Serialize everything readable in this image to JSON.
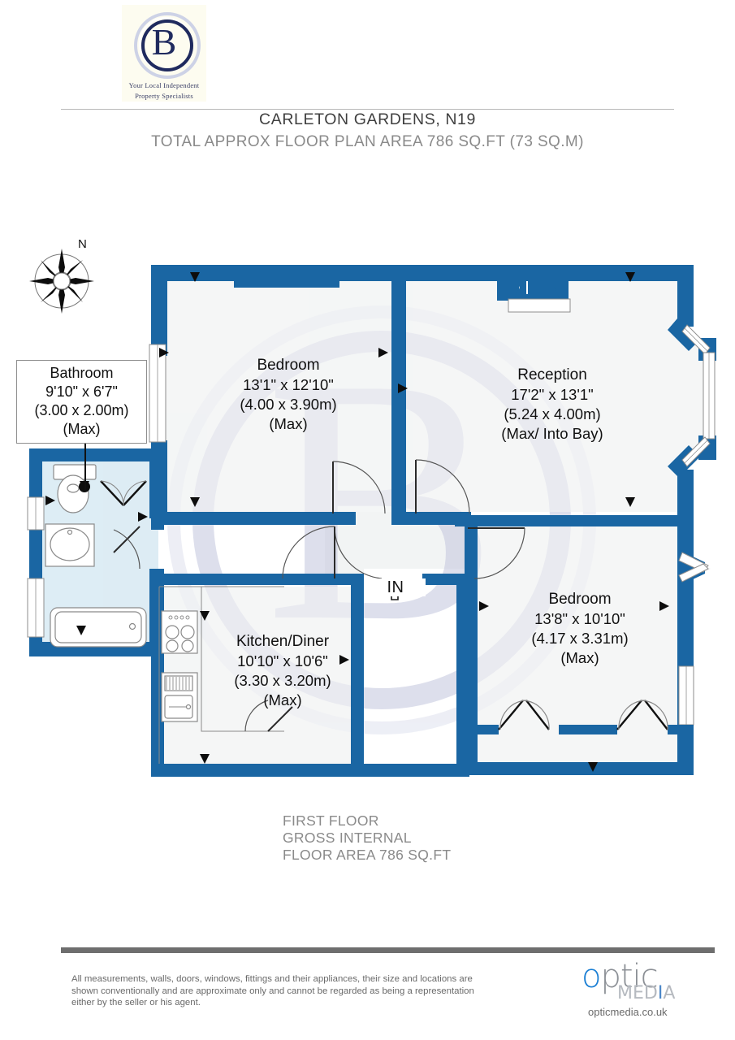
{
  "header": {
    "logo": {
      "letter": "B",
      "tagline_line1": "Your Local Independent",
      "tagline_line2": "Property Specialists"
    },
    "title": "CARLETON GARDENS, N19",
    "area_line": "TOTAL APPROX FLOOR PLAN AREA 786 SQ.FT (73 SQ.M)"
  },
  "compass": {
    "north_label": "N"
  },
  "plan": {
    "watermark_letter": "B",
    "entrance_label": "IN",
    "rooms": [
      {
        "id": "bathroom",
        "name": "Bathroom",
        "dim_imperial": "9'10\" x 6'7\"",
        "dim_metric": "(3.00 x 2.00m)",
        "qualifier": "(Max)"
      },
      {
        "id": "bedroom-1",
        "name": "Bedroom",
        "dim_imperial": "13'1\" x 12'10\"",
        "dim_metric": "(4.00 x 3.90m)",
        "qualifier": "(Max)"
      },
      {
        "id": "reception",
        "name": "Reception",
        "dim_imperial": "17'2\" x 13'1\"",
        "dim_metric": "(5.24 x 4.00m)",
        "qualifier": "(Max/ Into Bay)"
      },
      {
        "id": "bedroom-2",
        "name": "Bedroom",
        "dim_imperial": "13'8\" x 10'10\"",
        "dim_metric": "(4.17 x 3.31m)",
        "qualifier": "(Max)"
      },
      {
        "id": "kitchen-diner",
        "name": "Kitchen/Diner",
        "dim_imperial": "10'10\" x 10'6\"",
        "dim_metric": "(3.30 x 3.20m)",
        "qualifier": "(Max)"
      }
    ]
  },
  "floor_summary": {
    "line1": "FIRST FLOOR",
    "line2": "GROSS INTERNAL",
    "line3": "FLOOR AREA 786 SQ.FT"
  },
  "footer": {
    "disclaimer_line1": "All measurements, walls, doors, windows, fittings and their appliances, their size and locations are",
    "disclaimer_line2": "shown conventionally and are approximate only and cannot be regarded as being a representation",
    "disclaimer_line3": "either by the seller or his agent.",
    "brand": {
      "word_o": "o",
      "word_rest": "ptic",
      "media_pre": "MED",
      "media_i": "I",
      "media_post": "A",
      "url": "opticmedia.co.uk"
    }
  },
  "colors": {
    "wall": "#1a66a3",
    "room_fill": "#f2f4f4",
    "bathroom_fill": "#d6e9f2",
    "watermark": "#c8cade",
    "footer_bar": "#6e6e6e",
    "muted_text": "#8a8a8a",
    "brand_navy": "#1f2a5e",
    "brand_blue": "#1b7fd4"
  }
}
